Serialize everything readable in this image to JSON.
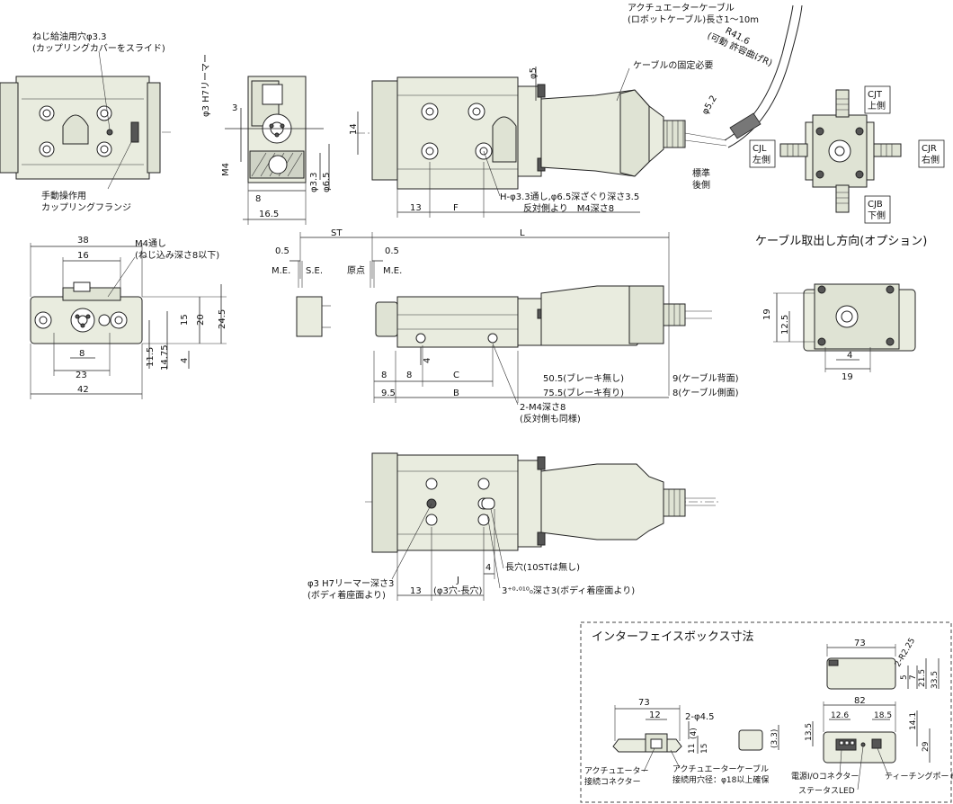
{
  "top_view": {
    "oil_hole_1": "ねじ給油用穴φ3.3",
    "oil_hole_2": "(カップリングカバーをスライド)",
    "manual_flange_1": "手動操作用",
    "manual_flange_2": "カップリングフランジ"
  },
  "end_view": {
    "reamer_label": "φ3 H7リーマー",
    "dim_3": "3",
    "dim_m4": "M4",
    "dim_8": "8",
    "dim_16_5": "16.5",
    "dim_phi3_3": "φ3.3",
    "dim_phi6_5": "φ6.5"
  },
  "side_top": {
    "dim_phi5": "φ5",
    "dim_14": "14",
    "dim_13": "13",
    "dim_f": "F",
    "hole_note_1": "H-φ3.3通し,φ6.5深ざぐり深さ3.5",
    "hole_note_2": "反対側より　M4深さ8"
  },
  "cable": {
    "actuator_cable_1": "アクチュエーターケーブル",
    "actuator_cable_2": "(ロボットケーブル)長さ1～10m",
    "bend_r": "R41.6",
    "bend_note": "(可動 許容曲げR)",
    "fix_note": "ケーブルの固定必要",
    "dim_phi5_2": "φ5.2",
    "std_1": "標準",
    "std_2": "後側"
  },
  "direction": {
    "cjt_1": "CJT",
    "cjt_2": "上側",
    "cjl_1": "CJL",
    "cjl_2": "左側",
    "cjr_1": "CJR",
    "cjr_2": "右側",
    "cjb_1": "CJB",
    "cjb_2": "下側",
    "title": "ケーブル取出し方向(オプション)"
  },
  "front_view": {
    "dim_38": "38",
    "dim_16": "16",
    "m4_note_1": "M4通し",
    "m4_note_2": "(ねじ込み深さ8以下)",
    "dim_8": "8",
    "dim_23": "23",
    "dim_42": "42",
    "dim_11_5": "11.5",
    "dim_14_75": "14.75",
    "dim_4": "4",
    "dim_15": "15",
    "dim_20": "20",
    "dim_24_5": "24.5"
  },
  "side_main": {
    "st": "ST",
    "l": "L",
    "dim_0_5a": "0.5",
    "dim_0_5b": "0.5",
    "me_a": "M.E.",
    "se": "S.E.",
    "origin": "原点",
    "me_b": "M.E.",
    "dim_4": "4",
    "dim_8a": "8",
    "dim_8b": "8",
    "dim_c": "C",
    "dim_9_5": "9.5",
    "dim_b": "B",
    "len_1": "50.5(ブレーキ無し)",
    "len_2": "75.5(ブレーキ有り)",
    "cab_1": "9(ケーブル背面)",
    "cab_2": "8(ケーブル側面)",
    "m4_1": "2-M4深さ8",
    "m4_2": "(反対側も同様)"
  },
  "option_view": {
    "dim_19v": "19",
    "dim_12_5": "12.5",
    "dim_4": "4",
    "dim_19h": "19"
  },
  "bottom_view": {
    "reamer_1": "φ3 H7リーマー深さ3",
    "reamer_2": "(ボディ着座面より)",
    "dim_13": "13",
    "dim_j": "J",
    "dim_j_note": "(φ3穴-長穴)",
    "dim_4": "4",
    "slot_note": "長穴(10STは無し)",
    "slot_depth": "3⁺⁰·⁰¹⁰₀深さ3(ボディ着座面より)"
  },
  "interface_box": {
    "title": "インターフェイスボックス寸法",
    "dim_73a": "73",
    "dim_r": "2-R2.25",
    "dim_5": "5",
    "dim_7": "7",
    "dim_21_5": "21.5",
    "dim_33_5": "33.5",
    "dim_73b": "73",
    "dim_12": "12",
    "dim_phi4_5": "2-φ4.5",
    "dim_4p": "(4)",
    "dim_11": "11",
    "dim_15": "15",
    "dim_3_3": "(3.3)",
    "dim_82": "82",
    "dim_13_5": "13.5",
    "dim_12_6": "12.6",
    "dim_18_5": "18.5",
    "dim_14_1": "14.1",
    "dim_29": "29",
    "conn_1": "アクチュエーター",
    "conn_2": "接続コネクター",
    "cable_hole_1": "アクチュエーターケーブル",
    "cable_hole_2": "接続用穴径：φ18以上確保",
    "power_io": "電源I/Oコネクター",
    "status_led": "ステータスLED",
    "teaching": "ティーチングポート"
  }
}
